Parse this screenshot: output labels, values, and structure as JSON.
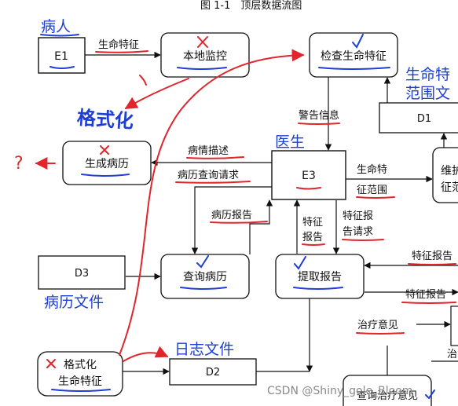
{
  "header": {
    "caption": "图 1-1　顶层数据流图"
  },
  "nodes": {
    "e1": "E1",
    "e3": "E3",
    "d1": "D1",
    "d2": "D2",
    "d3": "D3",
    "local_monitor": "本地监控",
    "check_vitals": "检查生命特征",
    "generate_record": "生成病历",
    "query_record": "查询病历",
    "extract_report": "提取报告",
    "maintain_line1": "维护生",
    "maintain_line2": "征范",
    "format_line1": "格式化",
    "format_line2": "生命特征",
    "query_treatment": "查询治疗意见"
  },
  "flows": {
    "vital_signs": "生命特征",
    "alarm": "警告信息",
    "condition_desc": "病情描述",
    "record_query": "病历查询请求",
    "record_report": "病历报告",
    "vital_range_l1": "生命特",
    "vital_range_l2": "征范围",
    "feature_report_v1": "特征",
    "feature_report_v2": "报告",
    "report_req_l1": "特征报",
    "report_req_l2": "告请求",
    "feature_report_right1": "特征报告",
    "feature_report_right2": "特征报告",
    "treatment_advice": "治疗意见",
    "treatment_short": "治"
  },
  "annotations": {
    "patient": "病人",
    "doctor": "医生",
    "vital_file_l1": "生命特",
    "vital_file_l2": "范围文",
    "record_file": "病历文件",
    "log_file": "日志文件",
    "format_note": "格式化",
    "question": "?"
  },
  "watermark": "CSDN @Shiny_gole_Bloom",
  "colors": {
    "ink": "#111111",
    "annotation_blue": "#1f3fd1",
    "annotation_red": "#e0262c",
    "watermark": "#8a8a8a"
  }
}
